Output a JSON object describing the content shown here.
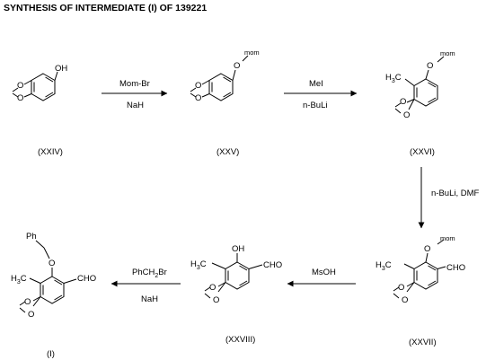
{
  "title": "SYNTHESIS OF INTERMEDIATE (I) OF 139221",
  "compounds": [
    {
      "id": "XXIV",
      "label": "(XXIV)"
    },
    {
      "id": "XXV",
      "label": "(XXV)"
    },
    {
      "id": "XXVI",
      "label": "(XXVI)"
    },
    {
      "id": "XXVII",
      "label": "(XXVII)"
    },
    {
      "id": "XXVIII",
      "label": "(XXVIII)"
    },
    {
      "id": "I",
      "label": "(I)"
    }
  ],
  "reactions": [
    {
      "from": "XXIV",
      "to": "XXV",
      "reagent_top": "Mom-Br",
      "reagent_bottom": "NaH"
    },
    {
      "from": "XXV",
      "to": "XXVI",
      "reagent_top": "MeI",
      "reagent_bottom": "n-BuLi"
    },
    {
      "from": "XXVI",
      "to": "XXVII",
      "reagent": "n-BuLi, DMF"
    },
    {
      "from": "XXVII",
      "to": "XXVIII",
      "reagent": "MsOH"
    },
    {
      "from": "XXVIII",
      "to": "I",
      "reagent_top": "PhCH2Br",
      "reagent_bottom": "NaH"
    }
  ],
  "atoms": {
    "O": "O",
    "OH": "OH",
    "mom": "mom",
    "H": "H",
    "C": "C",
    "three": "3",
    "two": "2",
    "CHO": "CHO",
    "Ph": "Ph",
    "PhCH": "PhCH",
    "Br": "Br"
  }
}
